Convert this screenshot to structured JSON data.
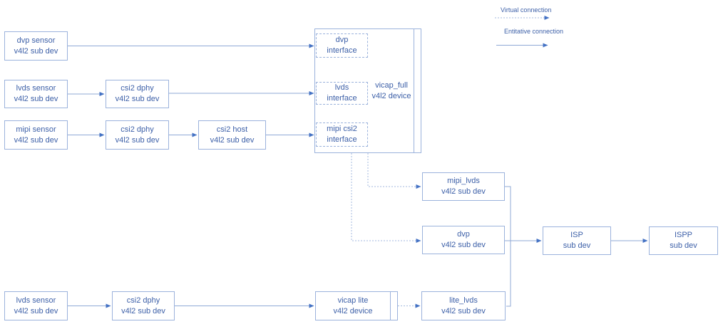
{
  "legend": {
    "virtual_label": "Virtual connection",
    "entitative_label": "Entitative connection"
  },
  "nodes": {
    "dvp_sensor": {
      "line1": "dvp sensor",
      "line2": "v4l2 sub dev"
    },
    "lvds_sensor": {
      "line1": "lvds sensor",
      "line2": "v4l2 sub dev"
    },
    "mipi_sensor": {
      "line1": "mipi sensor",
      "line2": "v4l2 sub dev"
    },
    "csi2_dphy_lvds": {
      "line1": "csi2 dphy",
      "line2": "v4l2 sub dev"
    },
    "csi2_dphy_mipi": {
      "line1": "csi2 dphy",
      "line2": "v4l2 sub dev"
    },
    "csi2_host": {
      "line1": "csi2 host",
      "line2": "v4l2 sub dev"
    },
    "vicap_full": {
      "line1": "vicap_full",
      "line2": "v4l2 device"
    },
    "dvp_interface": {
      "line1": "dvp",
      "line2": "interface"
    },
    "lvds_interface": {
      "line1": "lvds",
      "line2": "interface"
    },
    "mipi_csi2_interface": {
      "line1": "mipi csi2",
      "line2": "interface"
    },
    "mipi_lvds": {
      "line1": "mipi_lvds",
      "line2": "v4l2 sub dev"
    },
    "dvp_subdev": {
      "line1": "dvp",
      "line2": "v4l2 sub dev"
    },
    "isp": {
      "line1": "ISP",
      "line2": "sub dev"
    },
    "ispp": {
      "line1": "ISPP",
      "line2": "sub dev"
    },
    "lvds_sensor_lite": {
      "line1": "lvds sensor",
      "line2": "v4l2 sub dev"
    },
    "csi2_dphy_lite": {
      "line1": "csi2 dphy",
      "line2": "v4l2 sub dev"
    },
    "vicap_lite": {
      "line1": "vicap lite",
      "line2": "v4l2 device"
    },
    "lite_lvds": {
      "line1": "lite_lvds",
      "line2": "v4l2 sub dev"
    }
  },
  "edges": [
    {
      "from": "dvp_sensor",
      "to": "dvp_interface",
      "type": "entitative"
    },
    {
      "from": "lvds_sensor",
      "to": "csi2_dphy_lvds",
      "type": "entitative"
    },
    {
      "from": "csi2_dphy_lvds",
      "to": "lvds_interface",
      "type": "entitative"
    },
    {
      "from": "mipi_sensor",
      "to": "csi2_dphy_mipi",
      "type": "entitative"
    },
    {
      "from": "csi2_dphy_mipi",
      "to": "csi2_host",
      "type": "entitative"
    },
    {
      "from": "csi2_host",
      "to": "mipi_csi2_interface",
      "type": "entitative"
    },
    {
      "from": "vicap_full",
      "to": "mipi_lvds",
      "type": "virtual"
    },
    {
      "from": "vicap_full",
      "to": "dvp_subdev",
      "type": "virtual"
    },
    {
      "from": "mipi_lvds",
      "to": "isp",
      "type": "entitative"
    },
    {
      "from": "dvp_subdev",
      "to": "isp",
      "type": "entitative"
    },
    {
      "from": "lite_lvds",
      "to": "isp",
      "type": "entitative"
    },
    {
      "from": "isp",
      "to": "ispp",
      "type": "entitative"
    },
    {
      "from": "lvds_sensor_lite",
      "to": "csi2_dphy_lite",
      "type": "entitative"
    },
    {
      "from": "csi2_dphy_lite",
      "to": "vicap_lite",
      "type": "entitative"
    },
    {
      "from": "vicap_lite",
      "to": "lite_lvds",
      "type": "virtual"
    }
  ],
  "colors": {
    "box_border": "#9BB2DC",
    "text": "#3D60A8",
    "line": "#8FA9D6",
    "dashed_line": "#A3B9DF",
    "arrowhead": "#4472C4",
    "background": "#FFFFFF"
  }
}
